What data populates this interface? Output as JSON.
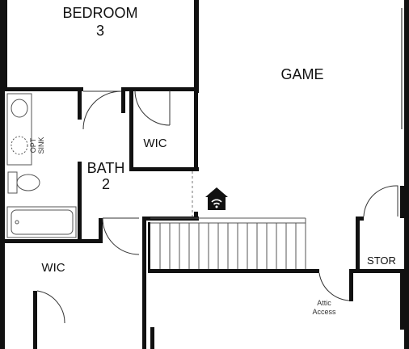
{
  "rooms": {
    "bedroom3": {
      "name": "BEDROOM",
      "number": "3"
    },
    "game": {
      "name": "GAME"
    },
    "bath2": {
      "name": "BATH",
      "number": "2"
    },
    "wic_upper": {
      "name": "WIC"
    },
    "wic_lower": {
      "name": "WIC"
    },
    "stor": {
      "name": "STOR"
    }
  },
  "annotations": {
    "opt_sink_line1": "OPT",
    "opt_sink_line2": "SINK",
    "attic_line1": "Attic",
    "attic_line2": "Access"
  },
  "icons": {
    "wifi_home": "home-wifi-icon"
  },
  "colors": {
    "wall": "#111111",
    "fixture": "#555555",
    "background": "#ffffff"
  }
}
